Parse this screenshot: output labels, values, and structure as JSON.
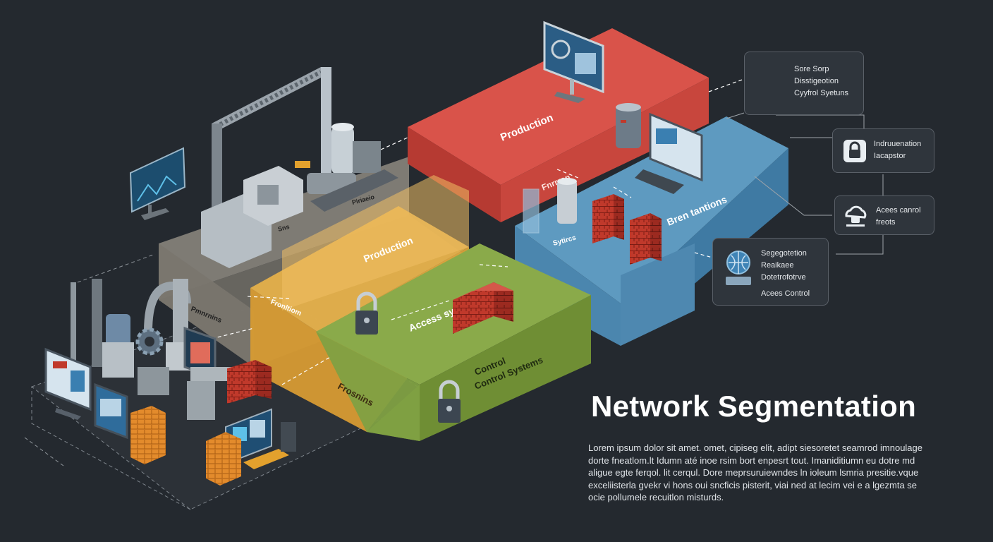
{
  "title": "Network Segmentation",
  "body_lines": [
    "Lorem ipsum dolor sit amet. omet, cipiseg elit, adipt siesoretet seamrod imnoulage",
    "dorte fneatlom.lt Idumn até inoe rsim bort enpesrt tout. Imaniditiumn eu dotre md",
    "aligue egte ferqol. lit cerqul. Dore meprsuruiewndes ln ioleum lsmria presitie.vque",
    "exceliisterla gvekr vi hons oui sncficis pisterit, viai ned at lecim vei e a lgezmta se",
    "ocie pollumele recuitlon misturds."
  ],
  "zones": {
    "red_top": "Production",
    "red_side": "Fnrrran",
    "yellow_top": "Production",
    "yellow_side": "Frosnins",
    "yellow_small": "Fronltiom",
    "green_top": "Access sy",
    "green_side_1": "Control",
    "green_side_2": "Control Systems",
    "blue_top": "Bren tantions",
    "blue_small": "Sytircs",
    "grey_small": "Piriaeio",
    "grey_side": "Pmnrnins",
    "machine_label": "Sns"
  },
  "callouts": [
    {
      "icon": "gear-icon",
      "lines": [
        "Sore Sorp",
        "Disstigeotion",
        "Cyyfrol Syetuns"
      ]
    },
    {
      "icon": "lock-icon",
      "lines": [
        "Indruuenation",
        "Iacapstor"
      ]
    },
    {
      "icon": "cloud-lock-icon",
      "lines": [
        "Acees canrol",
        "freots"
      ]
    },
    {
      "icon": "globe-terminal-icon",
      "lines": [
        "Segegotetion",
        "Reaikaee",
        "Dotetrofotrve",
        "",
        "Acees Control"
      ]
    }
  ],
  "colors": {
    "background": "#24292f",
    "zone_red": "#d9534a",
    "zone_yellow": "#e8b24a",
    "zone_green": "#8aaa4a",
    "zone_blue": "#5e9ac0",
    "zone_grey": "#8e8a80",
    "firewall": "#c0392b",
    "servers": "#e38b2c"
  }
}
